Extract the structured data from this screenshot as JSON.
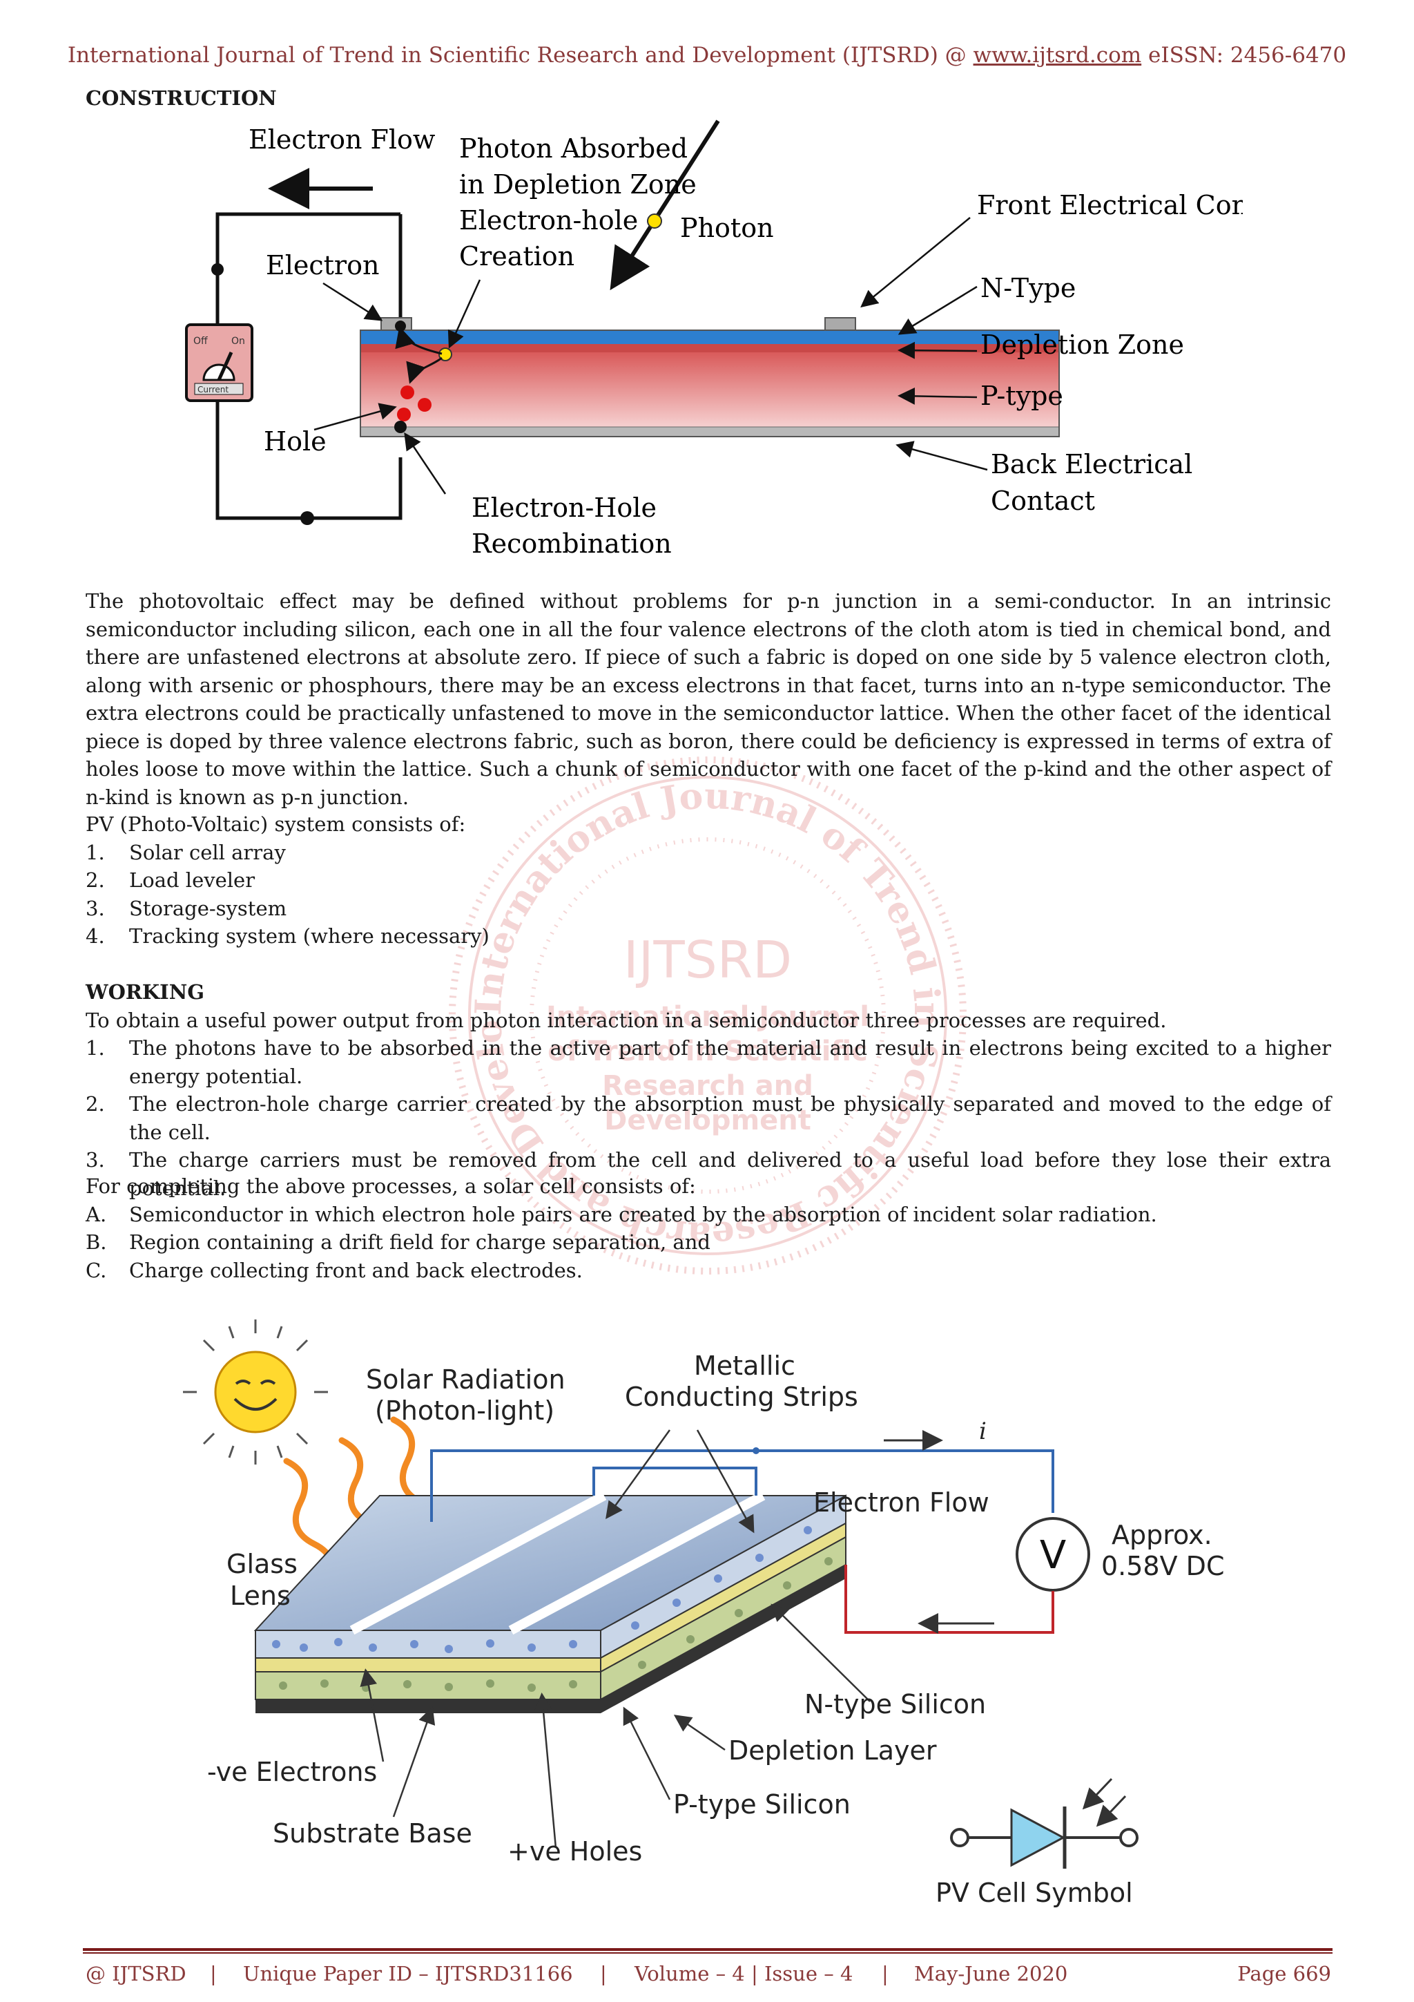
{
  "header": {
    "journal": "International Journal of Trend in Scientific Research and Development (IJTSRD) @",
    "website": "www.ijtsrd.com",
    "issn": "eISSN: 2456-6470"
  },
  "section_construction": "CONSTRUCTION",
  "figure1": {
    "labels": {
      "electron_flow": "Electron Flow",
      "photon_absorbed_1": "Photon Absorbed",
      "photon_absorbed_2": "in Depletion Zone",
      "photon_absorbed_3": "Electron-hole",
      "photon_absorbed_4": "Creation",
      "photon": "Photon",
      "front_contact": "Front Electrical Contact",
      "electron": "Electron",
      "n_type": "N-Type",
      "depletion_zone": "Depletion Zone",
      "p_type": "P-type",
      "hole": "Hole",
      "back_contact_1": "Back Electrical",
      "back_contact_2": "Contact",
      "recombination_1": "Electron-Hole",
      "recombination_2": "Recombination",
      "switch_off": "Off",
      "switch_on": "On",
      "switch_current": "Current"
    }
  },
  "paragraph1": "The photovoltaic effect may be defined without problems for p-n junction in a semi-conductor. In an intrinsic semiconductor including silicon, each one in all the four valence electrons of the cloth atom is tied in chemical bond, and there are unfastened electrons at absolute zero. If piece of such a fabric is doped on one side by 5 valence electron cloth, along with arsenic or phosphours, there may be an excess electrons in that facet, turns into an n-type semiconductor. The extra electrons could be practically unfastened to move in the semiconductor lattice. When the other facet of the identical piece is doped by three valence electrons fabric, such as boron, there could be deficiency is expressed in terms of extra of holes loose to move within the lattice. Such a chunk of semiconductor with one facet of the p-kind and the other aspect of n-kind is known as p-n junction.",
  "pv_intro": "PV (Photo-Voltaic) system consists of:",
  "pv_list": [
    {
      "num": "1.",
      "text": "Solar cell array"
    },
    {
      "num": "2.",
      "text": "Load leveler"
    },
    {
      "num": "3.",
      "text": "Storage-system"
    },
    {
      "num": "4.",
      "text": "Tracking system (where necessary)"
    }
  ],
  "section_working": "WORKING",
  "working_intro": "To obtain a useful power output from photon interaction in a semiconductor three processes are required.",
  "working_list": [
    {
      "num": "1.",
      "text": "The photons have to be absorbed in the active part of the material and result in electrons being excited to a higher energy potential."
    },
    {
      "num": "2.",
      "text": "The electron-hole charge carrier created by the absorption must be physically separated and moved to the edge of the cell."
    },
    {
      "num": "3.",
      "text": "The charge carriers must be removed from the cell and delivered to a useful load before they lose their extra potential."
    }
  ],
  "cell_intro": "For completing the above processes, a solar cell consists of:",
  "cell_list": [
    {
      "num": "A.",
      "text": "Semiconductor in which electron hole pairs are created by the absorption of incident solar radiation."
    },
    {
      "num": "B.",
      "text": "Region containing a drift field for charge separation, and"
    },
    {
      "num": "C.",
      "text": "Charge collecting front and back electrodes."
    }
  ],
  "figure2": {
    "labels": {
      "solar_radiation_1": "Solar Radiation",
      "solar_radiation_2": "(Photon-light)",
      "metallic_1": "Metallic",
      "metallic_2": "Conducting Strips",
      "current": "i",
      "electron_flow": "Electron Flow",
      "voltmeter": "V",
      "approx_1": "Approx.",
      "approx_2": "0.58V DC",
      "glass_1": "Glass",
      "glass_2": "Lens",
      "n_type": "N-type Silicon",
      "depletion": "Depletion Layer",
      "ve_electrons": "-ve Electrons",
      "p_type": "P-type Silicon",
      "substrate": "Substrate Base",
      "ve_holes": "+ve Holes",
      "pv_symbol": "PV Cell Symbol"
    }
  },
  "watermark": {
    "ring_text": "International Journal of Trend in Scientific Research and Development",
    "logo": "IJTSRD",
    "line1": "International Journal",
    "line2": "of Trend in Scientific",
    "line3": "Research and",
    "line4": "Development"
  },
  "footer": {
    "copyright": "@ IJTSRD",
    "sep": "|",
    "paper_id": "Unique Paper ID – IJTSRD31166",
    "volume": "Volume – 4 | Issue – 4",
    "date": "May-June 2020",
    "page": "Page 669"
  }
}
